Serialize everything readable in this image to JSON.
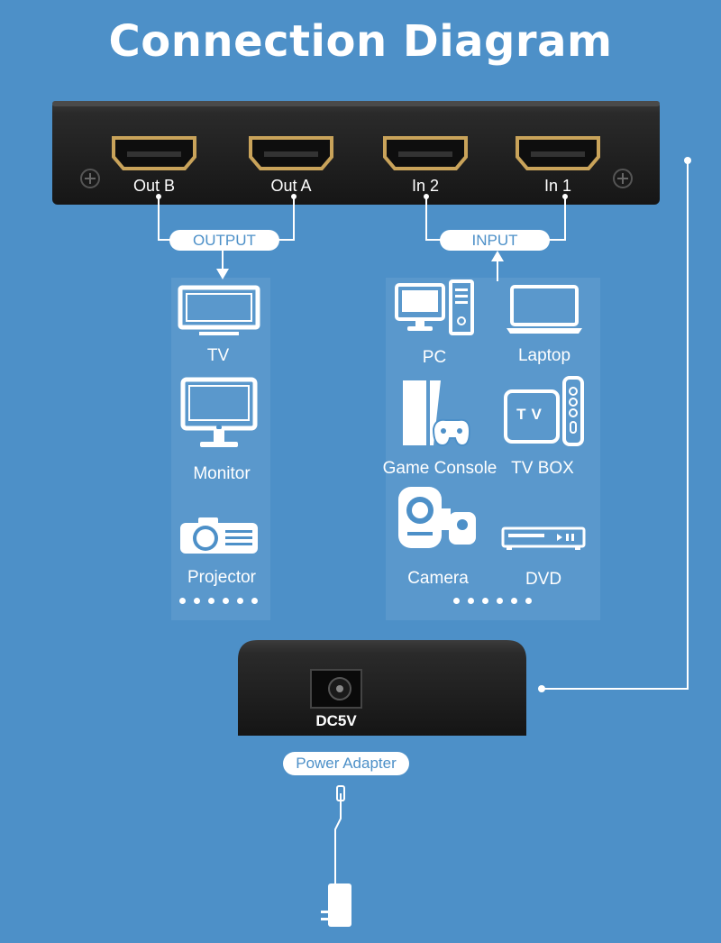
{
  "title": "Connection Diagram",
  "ports": [
    "Out B",
    "Out A",
    "In 2",
    "In 1"
  ],
  "groups": {
    "output": "OUTPUT",
    "input": "INPUT"
  },
  "output_devices": [
    "TV",
    "Monitor",
    "Projector"
  ],
  "input_devices": [
    "PC",
    "Laptop",
    "Game Console",
    "TV BOX",
    "Camera",
    "DVD"
  ],
  "tvbox_text": "TV",
  "power": {
    "jack_label": "DC5V",
    "adapter_label": "Power Adapter"
  },
  "colors": {
    "background": "#4d90c8",
    "device_body": "#222222",
    "port_gold": "#c9a35a"
  }
}
